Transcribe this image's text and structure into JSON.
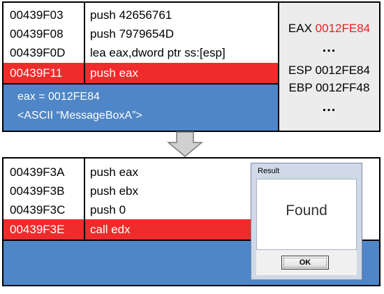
{
  "top_panel": {
    "rows": [
      {
        "address": "00439F03",
        "instruction": "push 42656761"
      },
      {
        "address": "00439F08",
        "instruction": "push 7979654D"
      },
      {
        "address": "00439F0D",
        "instruction": "lea eax,dword ptr ss:[esp]"
      },
      {
        "address": "00439F11",
        "instruction": "push eax",
        "highlighted": true
      }
    ],
    "info": {
      "line1": "eax = 0012FE84",
      "line2": "<ASCII “MessageBoxA”>"
    },
    "registers": [
      {
        "name": "EAX",
        "value": "0012FE84",
        "highlight": true
      },
      {
        "name": "ESP",
        "value": "0012FE84"
      },
      {
        "name": "EBP",
        "value": "0012FF48"
      }
    ],
    "ellipsis": "..."
  },
  "bottom_panel": {
    "rows": [
      {
        "address": "00439F3A",
        "instruction": "push eax"
      },
      {
        "address": "00439F3B",
        "instruction": "push ebx"
      },
      {
        "address": "00439F3C",
        "instruction": "push 0"
      },
      {
        "address": "00439F3E",
        "instruction": "call edx",
        "highlighted": true
      }
    ]
  },
  "dialog": {
    "title": "Result",
    "message": "Found",
    "ok_label": "OK"
  },
  "colors": {
    "highlight_red": "#ef2b2b",
    "info_blue": "#4e86c7",
    "register_value_red": "#e52020",
    "register_bg": "#ececec"
  }
}
